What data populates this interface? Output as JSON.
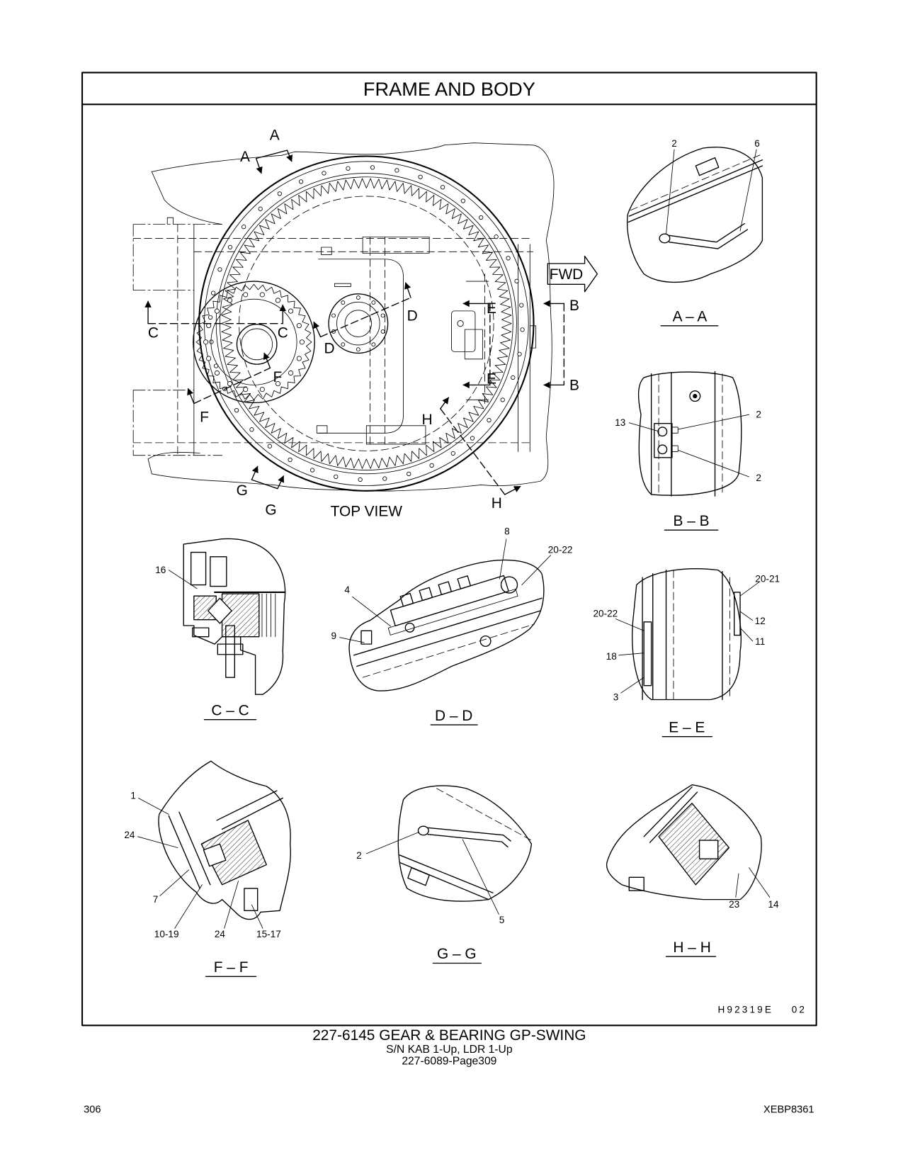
{
  "header": {
    "title": "FRAME AND BODY"
  },
  "top_view": {
    "label": "TOP VIEW",
    "fwd": "FWD",
    "marks": {
      "a1": "A",
      "a2": "A",
      "b1": "B",
      "b2": "B",
      "c1": "C",
      "c2": "C",
      "d1": "D",
      "d2": "D",
      "e1": "E",
      "e2": "E",
      "f1": "F",
      "f2": "F",
      "g1": "G",
      "g2": "G",
      "h1": "H",
      "h2": "H"
    }
  },
  "views": {
    "aa": {
      "title": "A – A",
      "callouts": [
        "2",
        "6"
      ]
    },
    "bb": {
      "title": "B – B",
      "callouts": [
        "13",
        "2",
        "2"
      ]
    },
    "cc": {
      "title": "C – C",
      "callouts": [
        "16"
      ]
    },
    "dd": {
      "title": "D – D",
      "callouts": [
        "8",
        "20-22",
        "4",
        "9"
      ]
    },
    "ee": {
      "title": "E – E",
      "callouts": [
        "20-21",
        "12",
        "11",
        "20-22",
        "18",
        "3"
      ]
    },
    "ff": {
      "title": "F – F",
      "callouts": [
        "1",
        "24",
        "7",
        "10-19",
        "24",
        "15-17"
      ]
    },
    "gg": {
      "title": "G – G",
      "callouts": [
        "2",
        "5"
      ]
    },
    "hh": {
      "title": "H – H",
      "callouts": [
        "23",
        "14"
      ]
    }
  },
  "drawing_id": {
    "number": "H92319E",
    "revision": "02"
  },
  "caption": {
    "part": "227-6145 GEAR & BEARING GP-SWING",
    "serial": "S/N KAB 1-Up, LDR 1-Up",
    "reference": "227-6089-Page309"
  },
  "footer": {
    "page_number": "306",
    "doc_code": "XEBP8361"
  }
}
